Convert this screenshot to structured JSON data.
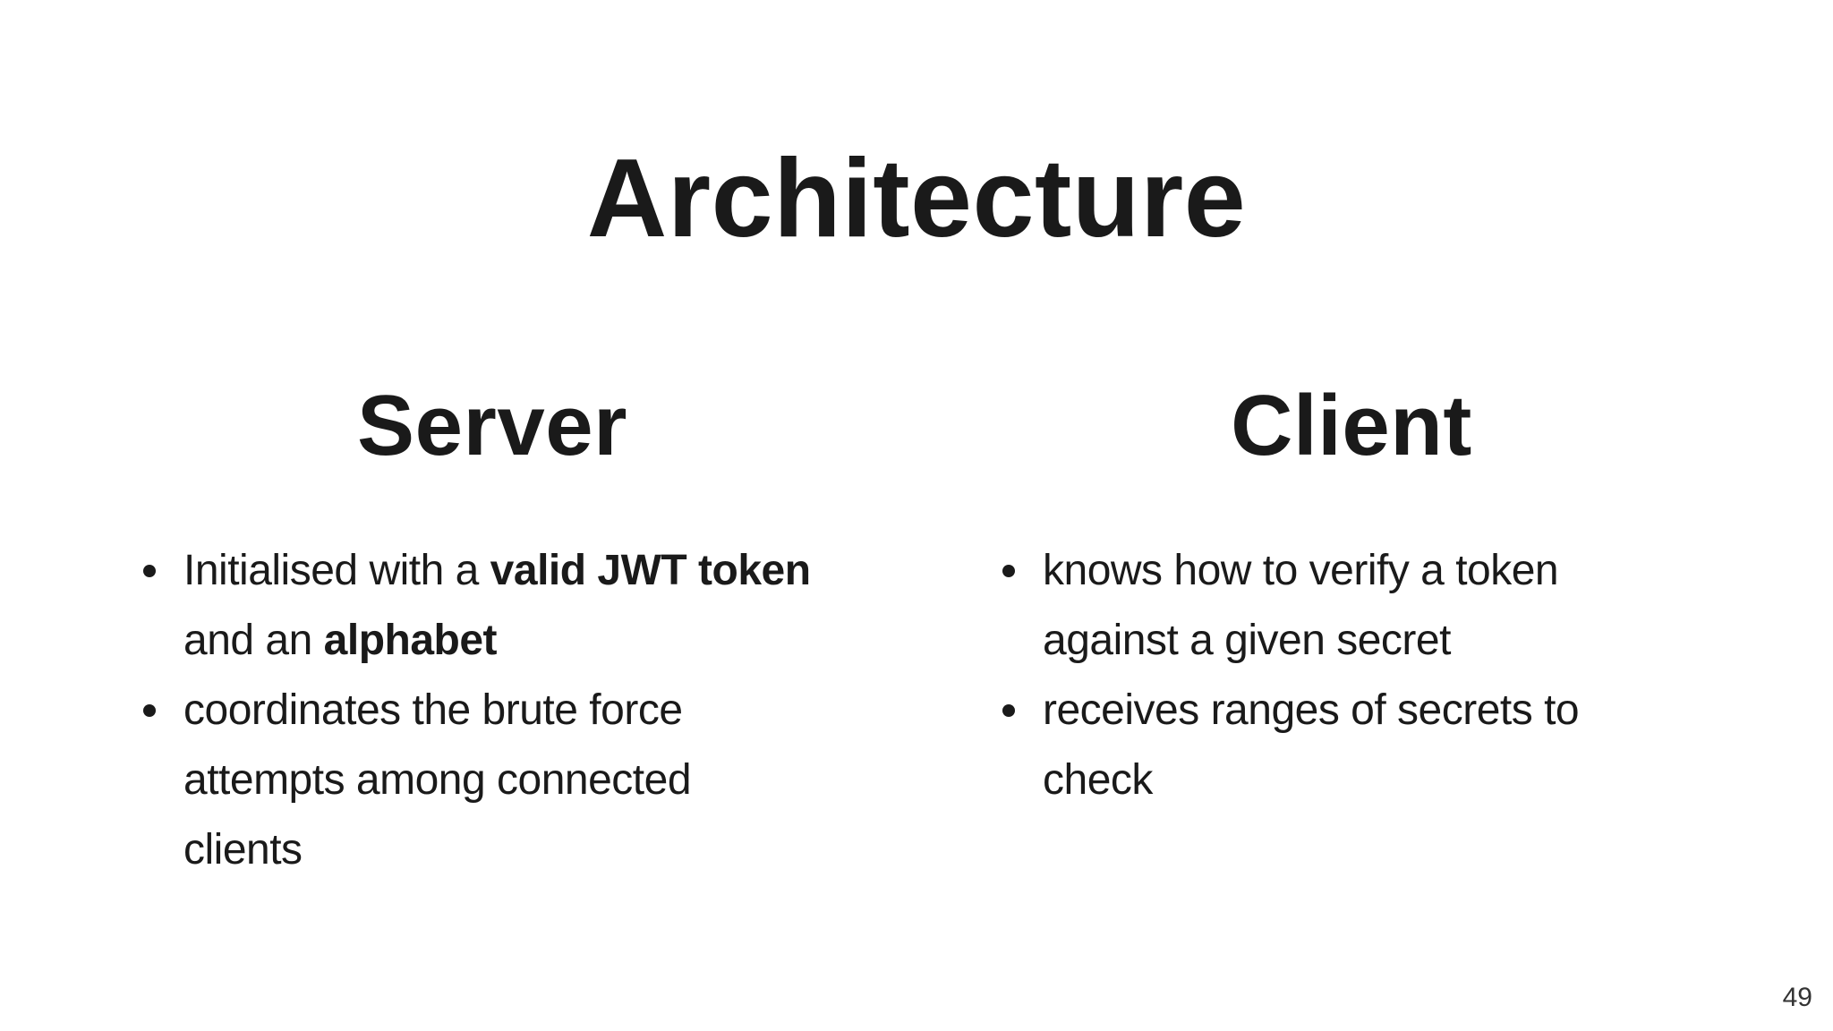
{
  "slide": {
    "title": "Architecture",
    "page_number": "49",
    "colors": {
      "background": "#ffffff",
      "text": "#1a1a1a",
      "page_number": "#333333"
    },
    "columns": [
      {
        "heading": "Server",
        "bullets": [
          {
            "segments": [
              {
                "text": "Initialised with a ",
                "bold": false
              },
              {
                "text": "valid JWT token",
                "bold": true
              },
              {
                "text": "\nand an ",
                "bold": false
              },
              {
                "text": "alphabet",
                "bold": true
              }
            ]
          },
          {
            "segments": [
              {
                "text": "coordinates the brute force\nattempts among connected\nclients",
                "bold": false
              }
            ]
          }
        ]
      },
      {
        "heading": "Client",
        "bullets": [
          {
            "segments": [
              {
                "text": "knows how to verify a token\nagainst a given secret",
                "bold": false
              }
            ]
          },
          {
            "segments": [
              {
                "text": "receives ranges of secrets to\ncheck",
                "bold": false
              }
            ]
          }
        ]
      }
    ]
  }
}
